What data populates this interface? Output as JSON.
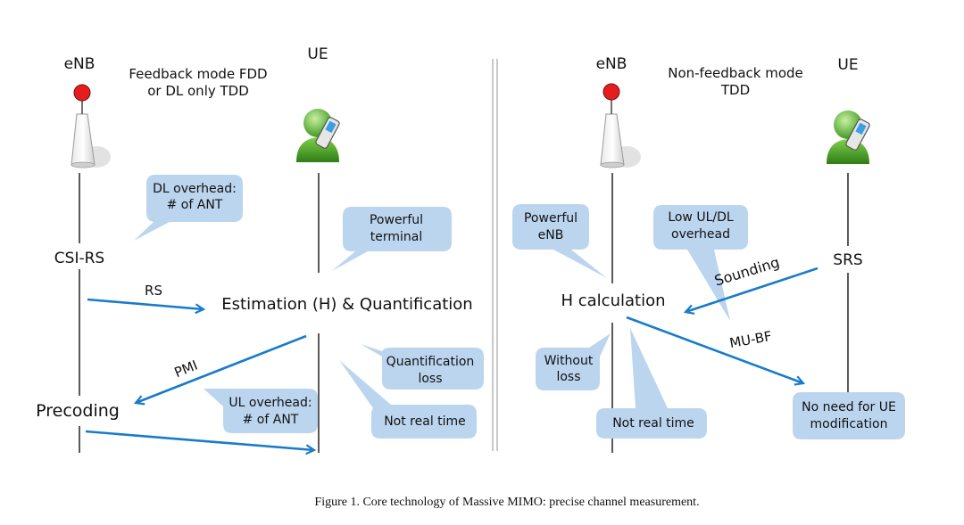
{
  "left_panel": {
    "enb_label": "eNB",
    "ue_label": "UE",
    "mode_line1": "Feedback mode FDD",
    "mode_line2": "or DL only TDD",
    "csi_rs": "CSI-RS",
    "rs_arrow": "RS",
    "estimation": "Estimation (H) & Quantification",
    "pmi_arrow": "PMI",
    "precoding": "Precoding",
    "callouts": {
      "dl_overhead_1": "DL overhead:",
      "dl_overhead_2": "# of ANT",
      "powerful_terminal_1": "Powerful",
      "powerful_terminal_2": "terminal",
      "quant_loss_1": "Quantification",
      "quant_loss_2": "loss",
      "ul_overhead_1": "UL overhead:",
      "ul_overhead_2": "# of ANT",
      "not_real_time": "Not real time"
    }
  },
  "right_panel": {
    "enb_label": "eNB",
    "ue_label": "UE",
    "mode_line1": "Non-feedback mode",
    "mode_line2": "TDD",
    "srs": "SRS",
    "sounding_arrow": "Sounding",
    "h_calculation": "H calculation",
    "mubf_arrow": "MU-BF",
    "callouts": {
      "powerful_enb_1": "Powerful",
      "powerful_enb_2": "eNB",
      "low_overhead_1": "Low UL/DL",
      "low_overhead_2": "overhead",
      "without_loss_1": "Without",
      "without_loss_2": "loss",
      "not_real_time": "Not real time",
      "no_need_1": "No need for UE",
      "no_need_2": "modification"
    }
  },
  "caption": "Figure 1. Core technology of Massive MIMO: precise channel measurement.",
  "colors": {
    "arrow": "#1a7bc9",
    "callout": "#bcd5ef",
    "antenna_tip": "#e41e1e",
    "ue_green": "#4fa82e"
  },
  "icons": [
    "antenna-tower-icon",
    "mobile-user-icon"
  ]
}
